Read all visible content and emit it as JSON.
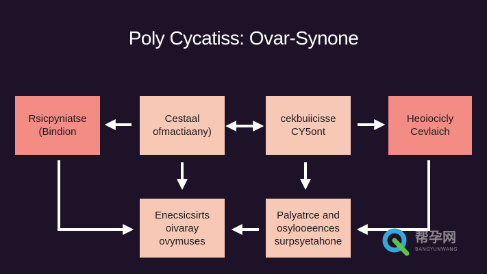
{
  "title": "Poly Cycatiss: Ovar-Synone",
  "boxes": {
    "b1": {
      "lines": [
        "Rsicpyniatse",
        "(Bindion"
      ],
      "color": "#f28c84"
    },
    "b2": {
      "lines": [
        "Cestaal",
        "ofmactiaany)"
      ],
      "color": "#f8c8b7"
    },
    "b3": {
      "lines": [
        "cekbuiicisse",
        "CY5ont"
      ],
      "color": "#f8c8b7"
    },
    "b4": {
      "lines": [
        "Heoiocicly",
        "Cevlaich"
      ],
      "color": "#f28c84"
    },
    "b5": {
      "lines": [
        "Enecsicsirts",
        "oivaray",
        "ovymuses"
      ],
      "color": "#f8c8b7"
    },
    "b6": {
      "lines": [
        "Palyatrce and",
        "osylooeences",
        "surpsyetahone"
      ],
      "color": "#f8c8b7"
    }
  },
  "watermark": {
    "icon": "q-logo-icon",
    "main": "帮孕网",
    "sub": "BANGYUNWANG"
  }
}
